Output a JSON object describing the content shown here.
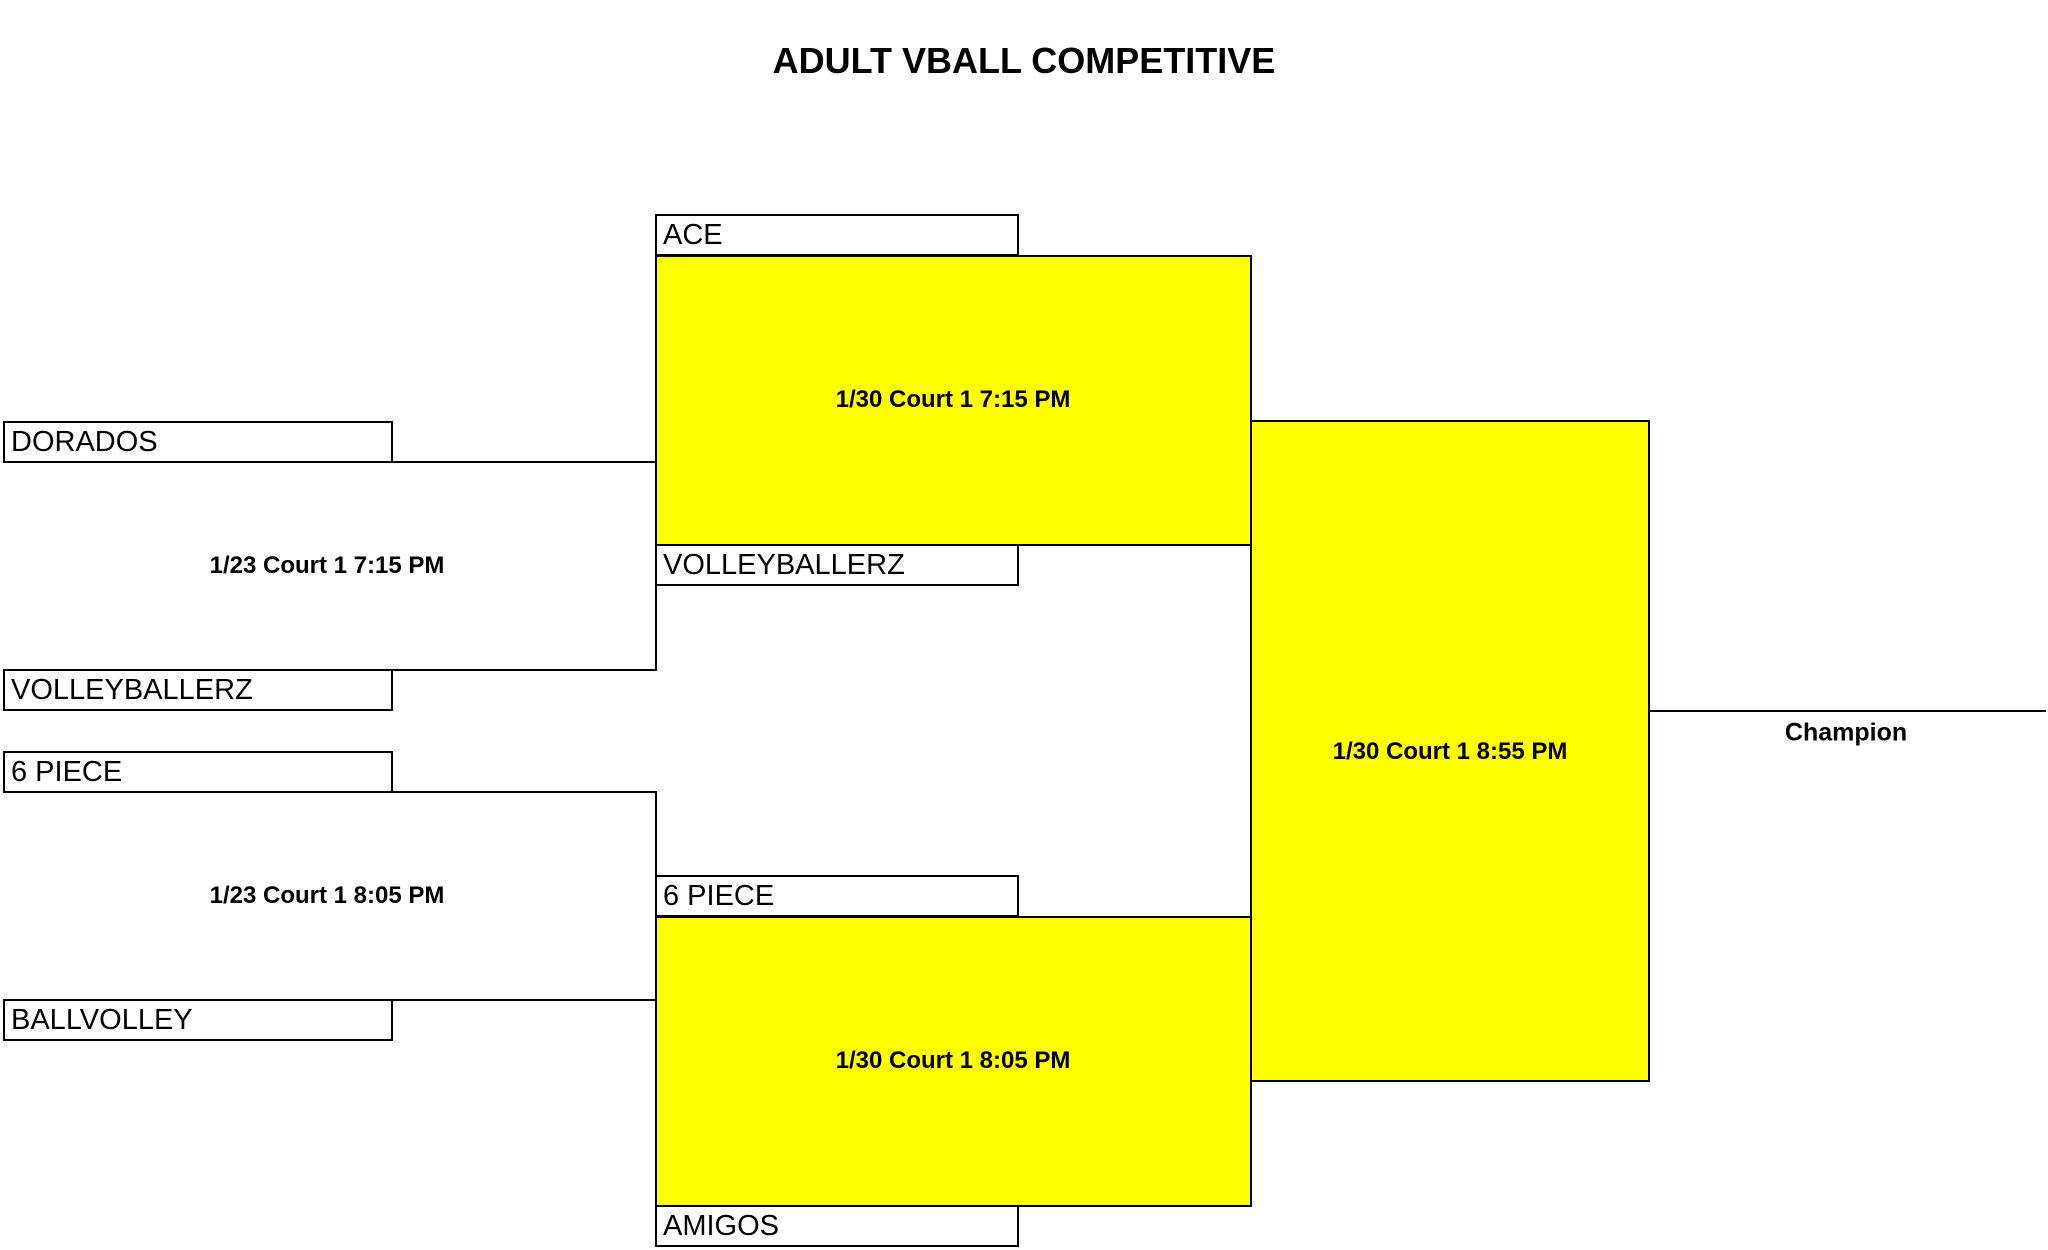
{
  "title": "ADULT VBALL COMPETITIVE",
  "round1": [
    {
      "game_label": "1/23 Court 1 7:15 PM",
      "team_top": "DORADOS",
      "team_bottom": "VOLLEYBALLERZ"
    },
    {
      "game_label": "1/23 Court 1 8:05 PM",
      "team_top": "6 PIECE",
      "team_bottom": "BALLVOLLEY"
    }
  ],
  "round2": [
    {
      "game_label": "1/30 Court 1 7:15 PM",
      "team_top": "ACE",
      "team_bottom": "VOLLEYBALLERZ"
    },
    {
      "game_label": "1/30 Court 1 8:05 PM",
      "team_top": "6 PIECE",
      "team_bottom": "AMIGOS"
    }
  ],
  "final": {
    "game_label": "1/30 Court 1 8:55 PM"
  },
  "champion_label": "Champion",
  "colors": {
    "game_fill": "#ffff00",
    "line": "#000000"
  }
}
